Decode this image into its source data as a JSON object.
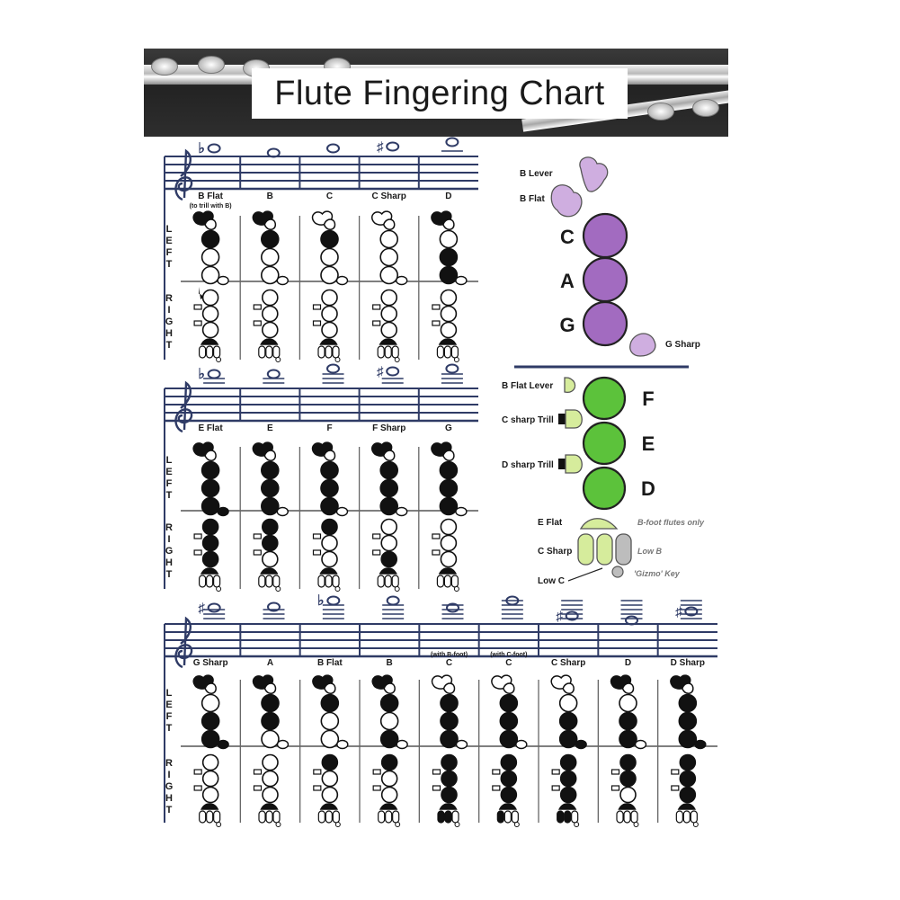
{
  "title": "Flute Fingering Chart",
  "colors": {
    "ink": "#2f3b66",
    "purple": "#a26bc0",
    "purple_light": "#cfaee0",
    "green": "#5cc23b",
    "green_light": "#d6ec9c",
    "gray_key": "#bdbdbd"
  },
  "row_labels": {
    "left": [
      "L",
      "E",
      "F",
      "T"
    ],
    "right": [
      "R",
      "I",
      "G",
      "H",
      "T"
    ]
  },
  "sections": [
    {
      "notes": [
        {
          "name": "B Flat",
          "sub": "(to trill with B)"
        },
        {
          "name": "B",
          "sub": ""
        },
        {
          "name": "C",
          "sub": ""
        },
        {
          "name": "C Sharp",
          "sub": ""
        },
        {
          "name": "D",
          "sub": ""
        }
      ]
    },
    {
      "notes": [
        {
          "name": "E Flat",
          "sub": ""
        },
        {
          "name": "E",
          "sub": ""
        },
        {
          "name": "F",
          "sub": ""
        },
        {
          "name": "F Sharp",
          "sub": ""
        },
        {
          "name": "G",
          "sub": ""
        }
      ]
    },
    {
      "notes": [
        {
          "name": "G Sharp",
          "sub": ""
        },
        {
          "name": "A",
          "sub": ""
        },
        {
          "name": "B Flat",
          "sub": ""
        },
        {
          "name": "B",
          "sub": ""
        },
        {
          "name": "C",
          "sub": "(with B-foot)"
        },
        {
          "name": "C",
          "sub": "(with C-foot)"
        },
        {
          "name": "C Sharp",
          "sub": ""
        },
        {
          "name": "D",
          "sub": ""
        },
        {
          "name": "D Sharp",
          "sub": ""
        }
      ]
    }
  ],
  "legend_left": {
    "b_lever": "B Lever",
    "b_flat": "B Flat",
    "c": "C",
    "a": "A",
    "g": "G",
    "g_sharp": "G Sharp"
  },
  "legend_right": {
    "b_flat_lever": "B Flat Lever",
    "c_sharp_trill": "C sharp Trill",
    "d_sharp_trill": "D sharp Trill",
    "f": "F",
    "e": "E",
    "d": "D",
    "e_flat": "E Flat",
    "b_foot_note": "B-foot flutes only",
    "c_sharp": "C Sharp",
    "low_b": "Low B",
    "low_c": "Low C",
    "gizmo": "'Gizmo' Key"
  }
}
